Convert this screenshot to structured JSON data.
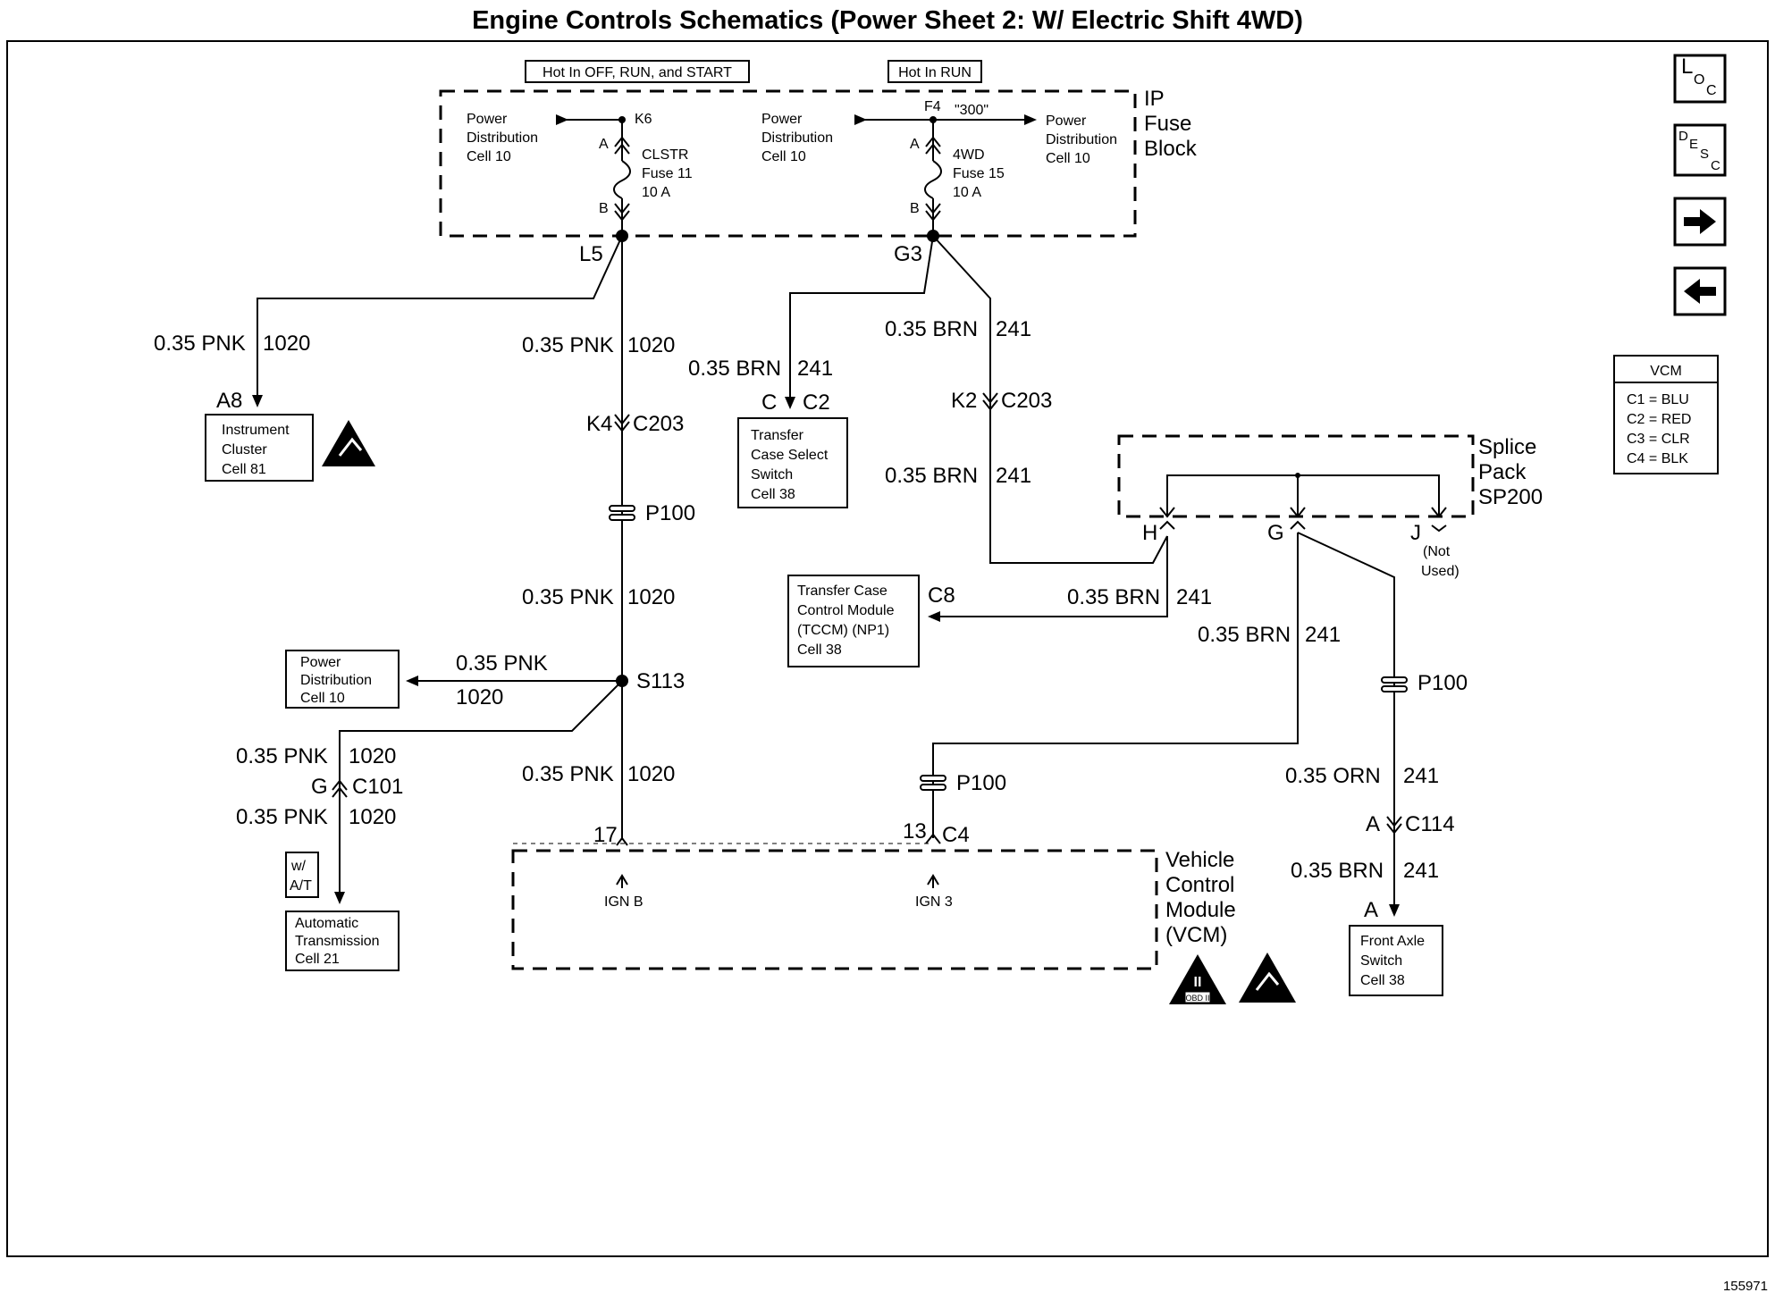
{
  "title": "Engine Controls Schematics (Power Sheet 2: W/ Electric Shift 4WD)",
  "figure_number": "155971",
  "nav": {
    "loc": [
      "L",
      "O",
      "C"
    ],
    "desc": [
      "D",
      "E",
      "S",
      "C"
    ],
    "next_icon": "arrow-right-icon",
    "prev_icon": "arrow-left-icon"
  },
  "vcm_legend": {
    "title": "VCM",
    "rows": [
      "C1 = BLU",
      "C2 = RED",
      "C3 = CLR",
      "C4 = BLK"
    ]
  },
  "fuse_block": {
    "hot_label_1": "Hot In OFF, RUN, and START",
    "hot_label_2": "Hot In RUN",
    "name": [
      "IP",
      "Fuse",
      "Block"
    ],
    "pd_left": [
      "Power",
      "Distribution",
      "Cell 10"
    ],
    "pd_mid": [
      "Power",
      "Distribution",
      "Cell 10"
    ],
    "pd_right": [
      "Power",
      "Distribution",
      "Cell 10"
    ],
    "k6": "K6",
    "f4": "F4",
    "f4_note": "\"300\"",
    "fuse11": [
      "CLSTR",
      "Fuse 11",
      "10 A"
    ],
    "fuse15": [
      "4WD",
      "Fuse 15",
      "10 A"
    ],
    "pin_a": "A",
    "pin_b": "B",
    "l5": "L5",
    "g3": "G3"
  },
  "wires": {
    "pnk_1020": "0.35 PNK",
    "num_1020": "1020",
    "brn_241": "0.35 BRN",
    "num_241": "241",
    "orn_241": "0.35 ORN"
  },
  "connectors": {
    "a8": "A8",
    "k4": "K4",
    "c203": "C203",
    "k2": "K2",
    "p100": "P100",
    "c": "C",
    "c2": "C2",
    "c8": "C8",
    "s113": "S113",
    "g": "G",
    "c101": "C101",
    "pin17": "17",
    "pin13": "13",
    "c4": "C4",
    "ign_b": "IGN B",
    "ign_3": "IGN 3",
    "h": "H",
    "g_sp": "G",
    "j": "J",
    "not_used": [
      "(Not",
      "Used)"
    ],
    "a": "A",
    "c114": "C114"
  },
  "components": {
    "instrument_cluster": [
      "Instrument",
      "Cluster",
      "Cell 81"
    ],
    "transfer_switch": [
      "Transfer",
      "Case Select",
      "Switch",
      "Cell 38"
    ],
    "tccm": [
      "Transfer Case",
      "Control Module",
      "(TCCM) (NP1)",
      "Cell 38"
    ],
    "power_dist": [
      "Power",
      "Distribution",
      "Cell 10"
    ],
    "wat": [
      "w/",
      "A/T"
    ],
    "auto_trans": [
      "Automatic",
      "Transmission",
      "Cell 21"
    ],
    "front_axle": [
      "Front Axle",
      "Switch",
      "Cell 38"
    ],
    "splice_pack": [
      "Splice",
      "Pack",
      "SP200"
    ],
    "vcm": [
      "Vehicle",
      "Control",
      "Module",
      "(VCM)"
    ],
    "obd_label": "OBD II",
    "obd_roman": "II"
  }
}
